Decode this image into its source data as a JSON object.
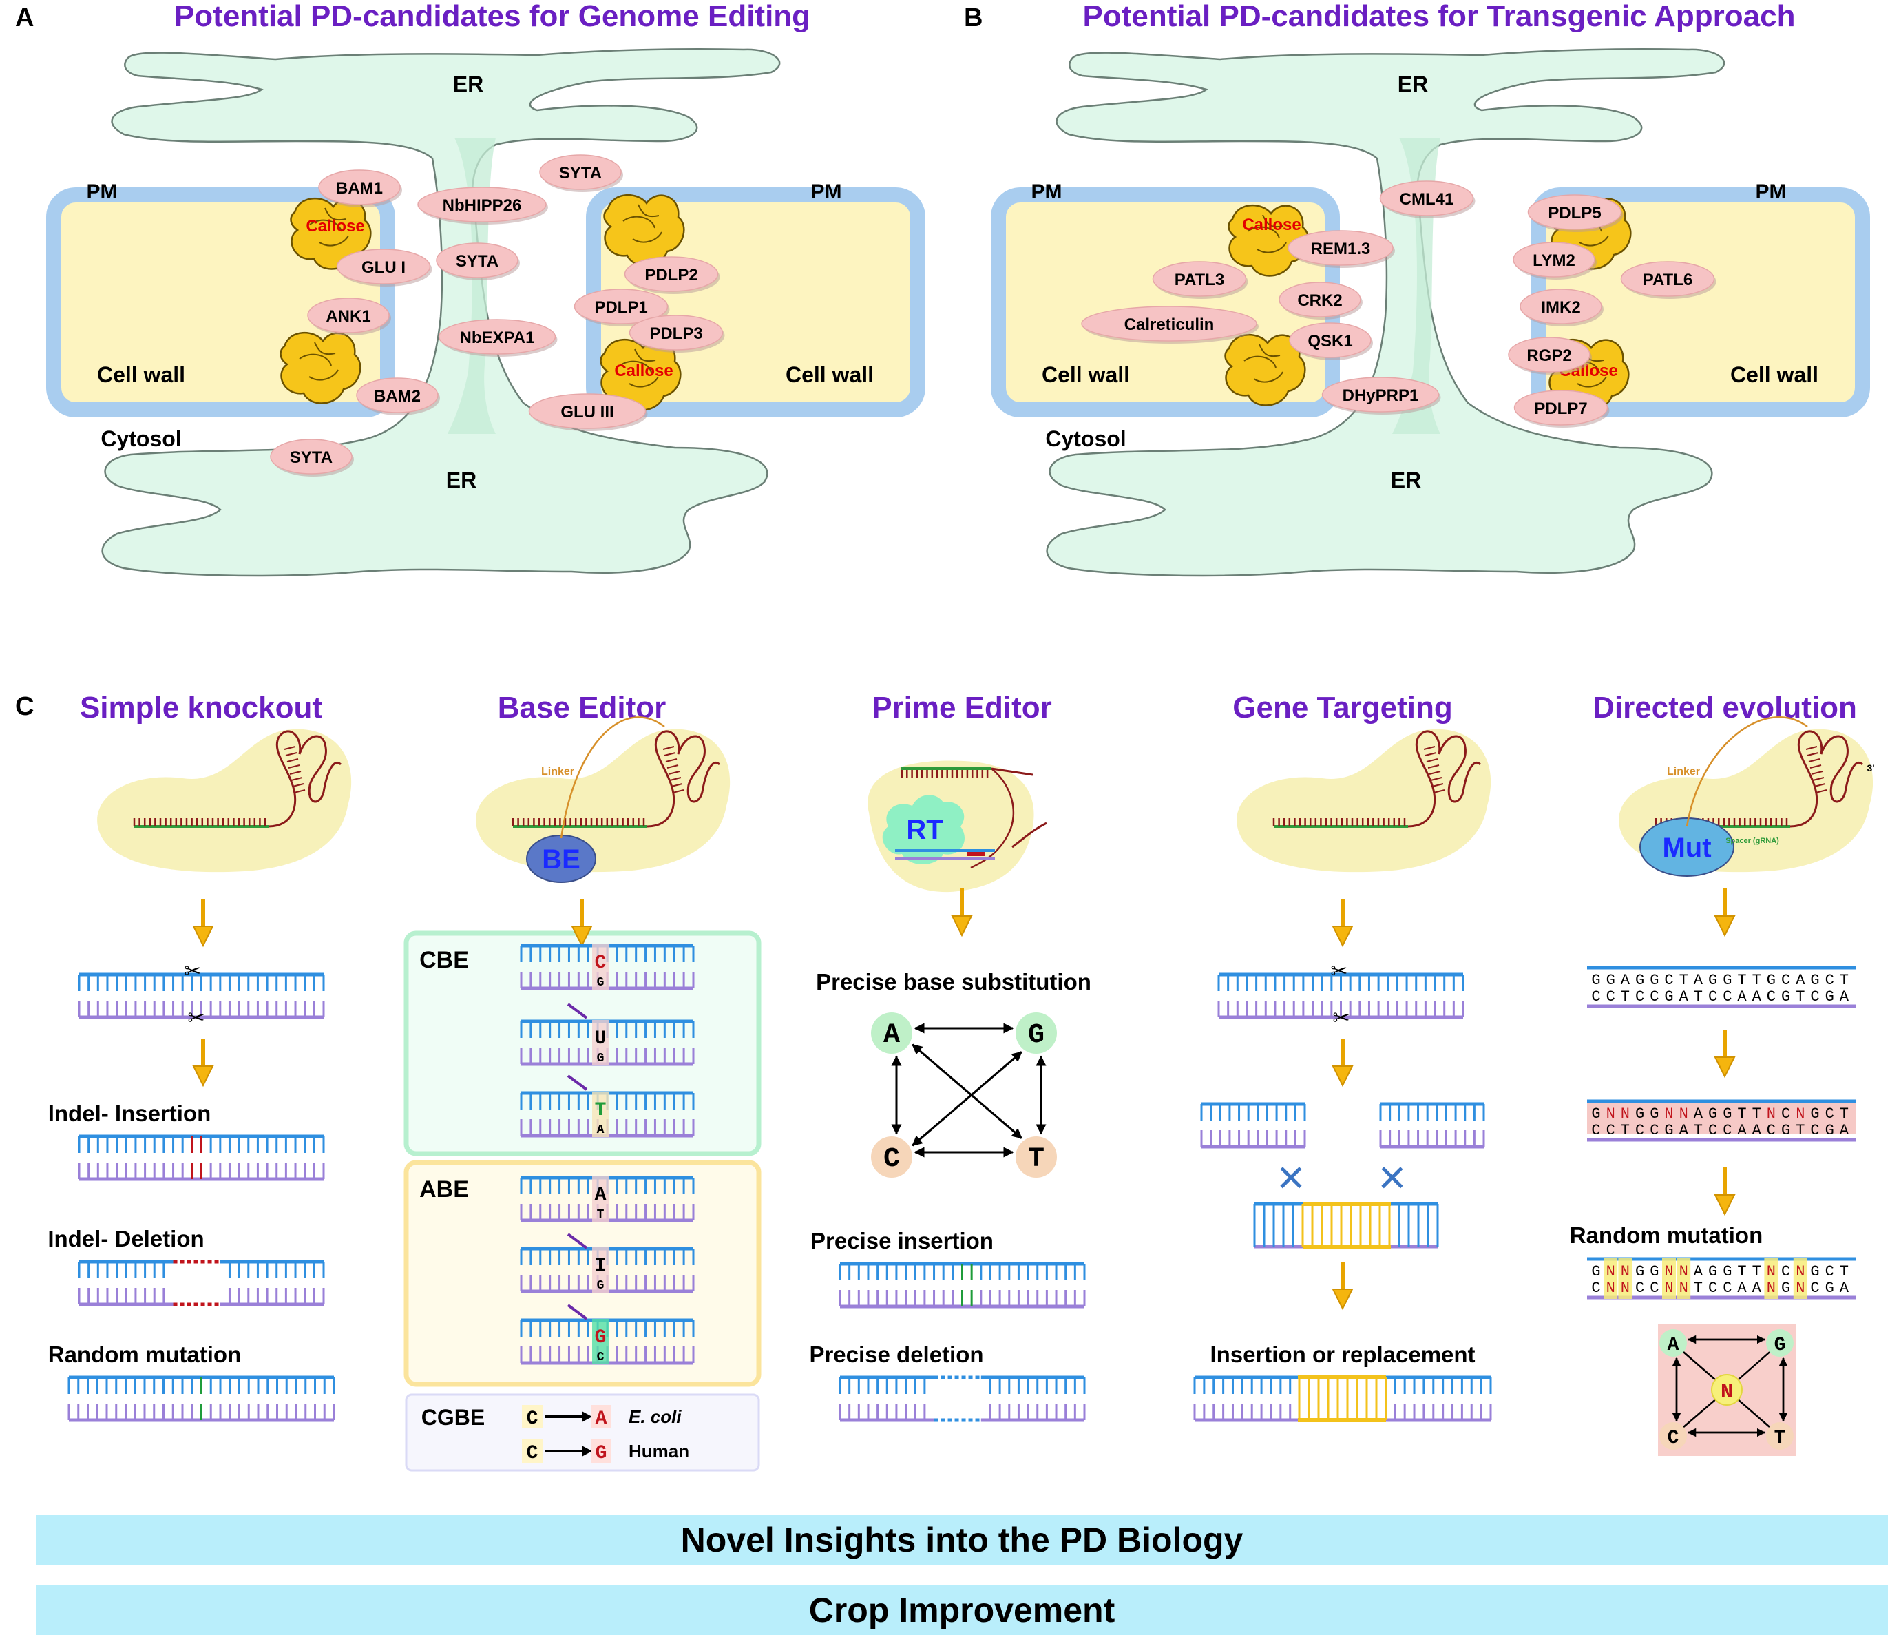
{
  "panel_a": {
    "letter": "A",
    "title": "Potential PD-candidates for Genome Editing",
    "labels": {
      "er_top": "ER",
      "er_bottom": "ER",
      "pm_left": "PM",
      "pm_right": "PM",
      "cell_wall_left": "Cell wall",
      "cell_wall_right": "Cell wall",
      "cytosol": "Cytosol",
      "callose_1": "Callose",
      "callose_2": "Callose"
    },
    "proteins": [
      "BAM1",
      "SYTA",
      "NbHIPP26",
      "GLU I",
      "SYTA",
      "PDLP2",
      "ANK1",
      "PDLP1",
      "NbEXPA1",
      "PDLP3",
      "BAM2",
      "GLU III",
      "SYTA"
    ]
  },
  "panel_b": {
    "letter": "B",
    "title": "Potential PD-candidates for Transgenic Approach",
    "labels": {
      "er_top": "ER",
      "er_bottom": "ER",
      "pm_left": "PM",
      "pm_right": "PM",
      "cell_wall_left": "Cell wall",
      "cell_wall_right": "Cell wall",
      "cytosol": "Cytosol",
      "callose_1": "Callose",
      "callose_2": "Callose"
    },
    "proteins": [
      "CML41",
      "PDLP5",
      "REM1.3",
      "PATL3",
      "LYM2",
      "PATL6",
      "CRK2",
      "Calreticulin",
      "IMK2",
      "QSK1",
      "RGP2",
      "DHyPRP1",
      "PDLP7"
    ]
  },
  "panel_c": {
    "letter": "C",
    "columns": [
      {
        "title": "Simple knockout",
        "labels": [
          "Indel- Insertion",
          "Indel- Deletion",
          "Random mutation"
        ]
      },
      {
        "title": "Base Editor",
        "enzyme": "BE",
        "linker": "Linker",
        "cbe": {
          "label": "CBE",
          "bases": [
            [
              "C",
              "G"
            ],
            [
              "U",
              "G"
            ],
            [
              "T",
              "A"
            ]
          ]
        },
        "abe": {
          "label": "ABE",
          "bases": [
            [
              "A",
              "T"
            ],
            [
              "I",
              "G"
            ],
            [
              "G",
              "C"
            ]
          ]
        },
        "cgbe": {
          "label": "CGBE",
          "rows": [
            {
              "from": "C",
              "to": "A",
              "org": "E. coli"
            },
            {
              "from": "C",
              "to": "G",
              "org": "Human"
            }
          ]
        }
      },
      {
        "title": "Prime Editor",
        "enzyme": "RT",
        "labels": [
          "Precise base substitution",
          "Precise insertion",
          "Precise deletion"
        ],
        "bases": [
          "A",
          "G",
          "C",
          "T"
        ]
      },
      {
        "title": "Gene Targeting",
        "labels": [
          "Insertion or replacement"
        ]
      },
      {
        "title": "Directed evolution",
        "enzyme": "Mut",
        "linker": "Linker",
        "spacer": "Spacer (gRNA)",
        "three_prime": "3'",
        "seq_top": "GGAGGCTAGGTTGCAGCT",
        "seq_bottom": "CCTCCGATCCAACGTCGA",
        "seq_n_top": "GNNGGNNAGGTTNCNGCT",
        "seq_n_bottom": "CCTCCGATCCAACGTCGA",
        "seq_r_top": "GNNGGNNAGGTTNCNGCT",
        "seq_r_bottom": "CNNCCNNTCCAANGNCGA",
        "label": "Random mutation",
        "bases": [
          "A",
          "G",
          "C",
          "T",
          "N"
        ]
      }
    ]
  },
  "banners": [
    "Novel Insights into the PD Biology",
    "Crop Improvement"
  ],
  "colors": {
    "title": "#6a1fc2",
    "dna_top": "#2f8fe0",
    "dna_bottom": "#9a80d8",
    "protein": "#f6c3c4",
    "er": "#dff7ea",
    "cell": "#fdf4c0",
    "pm": "#a9cdef",
    "callose": "#f6c51a",
    "arrow": "#f5b50e",
    "banner": "#b9eefb"
  }
}
